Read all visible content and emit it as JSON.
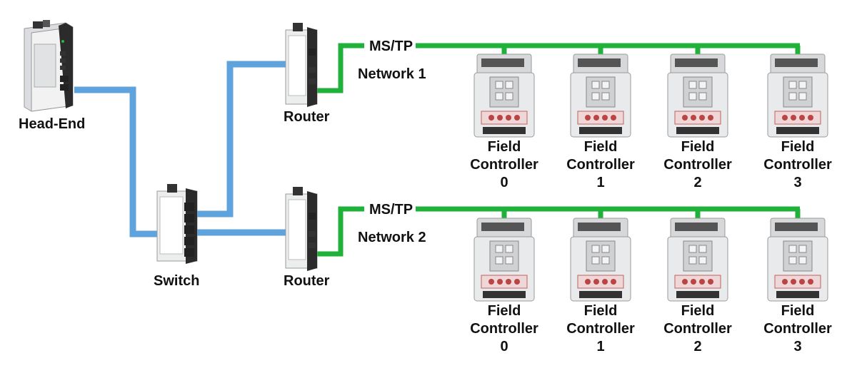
{
  "colors": {
    "ethernet": "#5fa3dc",
    "mstp": "#1fb13a",
    "device_dark": "#2b2b2b",
    "device_light": "#e9eaec"
  },
  "head_end": {
    "label": "Head-End",
    "icon": "head-end-controller-icon"
  },
  "switch": {
    "label": "Switch",
    "icon": "ethernet-switch-icon"
  },
  "networks": [
    {
      "router_label": "Router",
      "bus_label": "MS/TP",
      "network_label": "Network 1",
      "controllers": [
        {
          "line1": "Field",
          "line2": "Controller",
          "id": "0"
        },
        {
          "line1": "Field",
          "line2": "Controller",
          "id": "1"
        },
        {
          "line1": "Field",
          "line2": "Controller",
          "id": "2"
        },
        {
          "line1": "Field",
          "line2": "Controller",
          "id": "3"
        }
      ]
    },
    {
      "router_label": "Router",
      "bus_label": "MS/TP",
      "network_label": "Network 2",
      "controllers": [
        {
          "line1": "Field",
          "line2": "Controller",
          "id": "0"
        },
        {
          "line1": "Field",
          "line2": "Controller",
          "id": "1"
        },
        {
          "line1": "Field",
          "line2": "Controller",
          "id": "2"
        },
        {
          "line1": "Field",
          "line2": "Controller",
          "id": "3"
        }
      ]
    }
  ]
}
